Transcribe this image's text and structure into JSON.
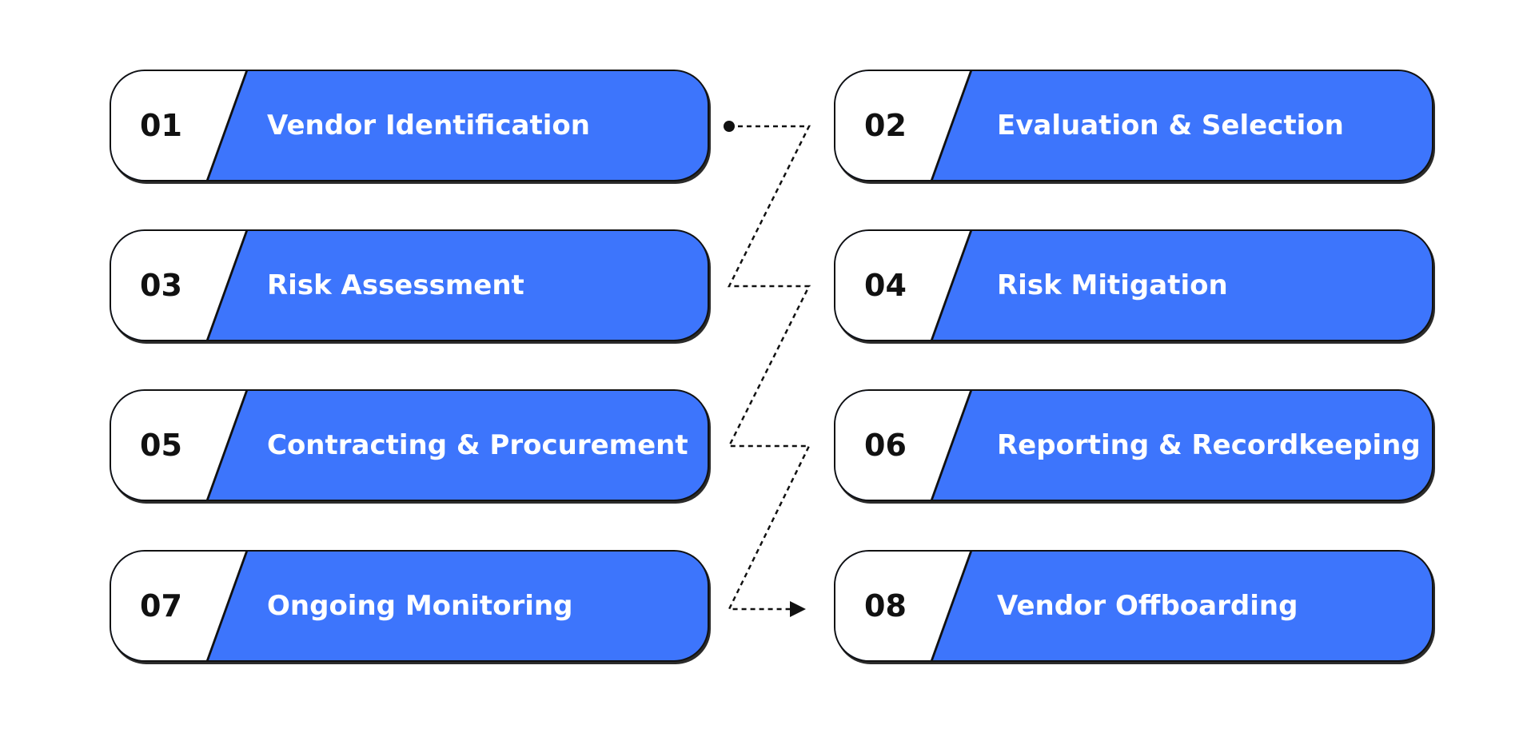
{
  "steps": [
    {
      "number": "01",
      "label": "Vendor Identification"
    },
    {
      "number": "02",
      "label": "Evaluation & Selection"
    },
    {
      "number": "03",
      "label": "Risk Assessment"
    },
    {
      "number": "04",
      "label": "Risk Mitigation"
    },
    {
      "number": "05",
      "label": "Contracting & Procurement"
    },
    {
      "number": "06",
      "label": "Reporting & Recordkeeping"
    },
    {
      "number": "07",
      "label": "Ongoing Monitoring"
    },
    {
      "number": "08",
      "label": "Vendor Offboarding"
    }
  ],
  "colors": {
    "accent": "#3d75fc",
    "number_panel": "#ffffff",
    "outline": "#111111",
    "label_text": "#ffffff",
    "connector": "#111111"
  },
  "connector": {
    "style": "dashed",
    "start_marker": "dot",
    "end_marker": "arrowhead",
    "sequence": [
      "01",
      "02",
      "03",
      "04",
      "05",
      "06",
      "07",
      "08"
    ]
  }
}
